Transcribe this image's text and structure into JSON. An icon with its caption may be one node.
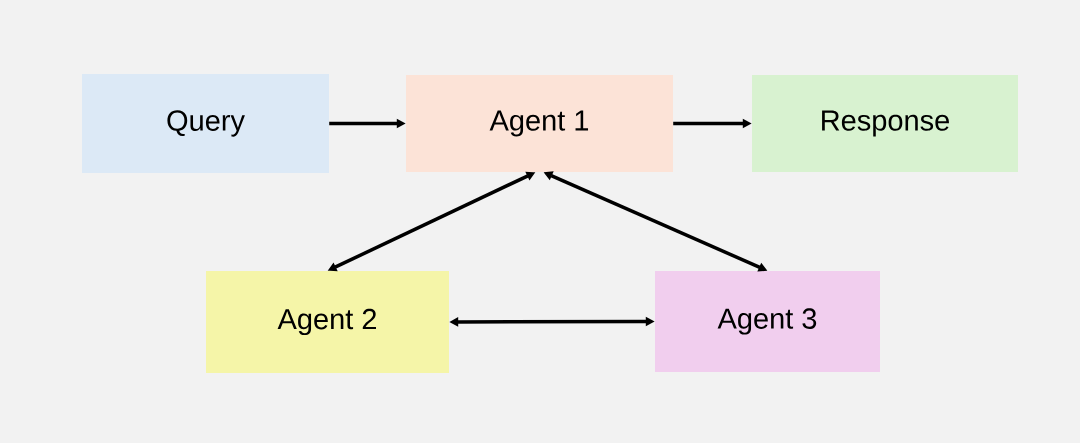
{
  "diagram": {
    "nodes": [
      {
        "text": [
          "Query"
        ]
      },
      {
        "text": [
          "Agent 1"
        ]
      },
      {
        "text": [
          "Response"
        ]
      },
      {
        "text": [
          "Agent 2"
        ]
      },
      {
        "text": [
          "Agent 3"
        ]
      }
    ],
    "edges": [
      {
        "from": 0,
        "to": 1,
        "arrow": "to"
      },
      {
        "from": 1,
        "to": 2,
        "arrow": "to"
      },
      {
        "from": 1,
        "to": 3,
        "arrow": "both"
      },
      {
        "from": 1,
        "to": 4,
        "arrow": "both"
      },
      {
        "from": 3,
        "to": 4,
        "arrow": "both"
      }
    ]
  }
}
